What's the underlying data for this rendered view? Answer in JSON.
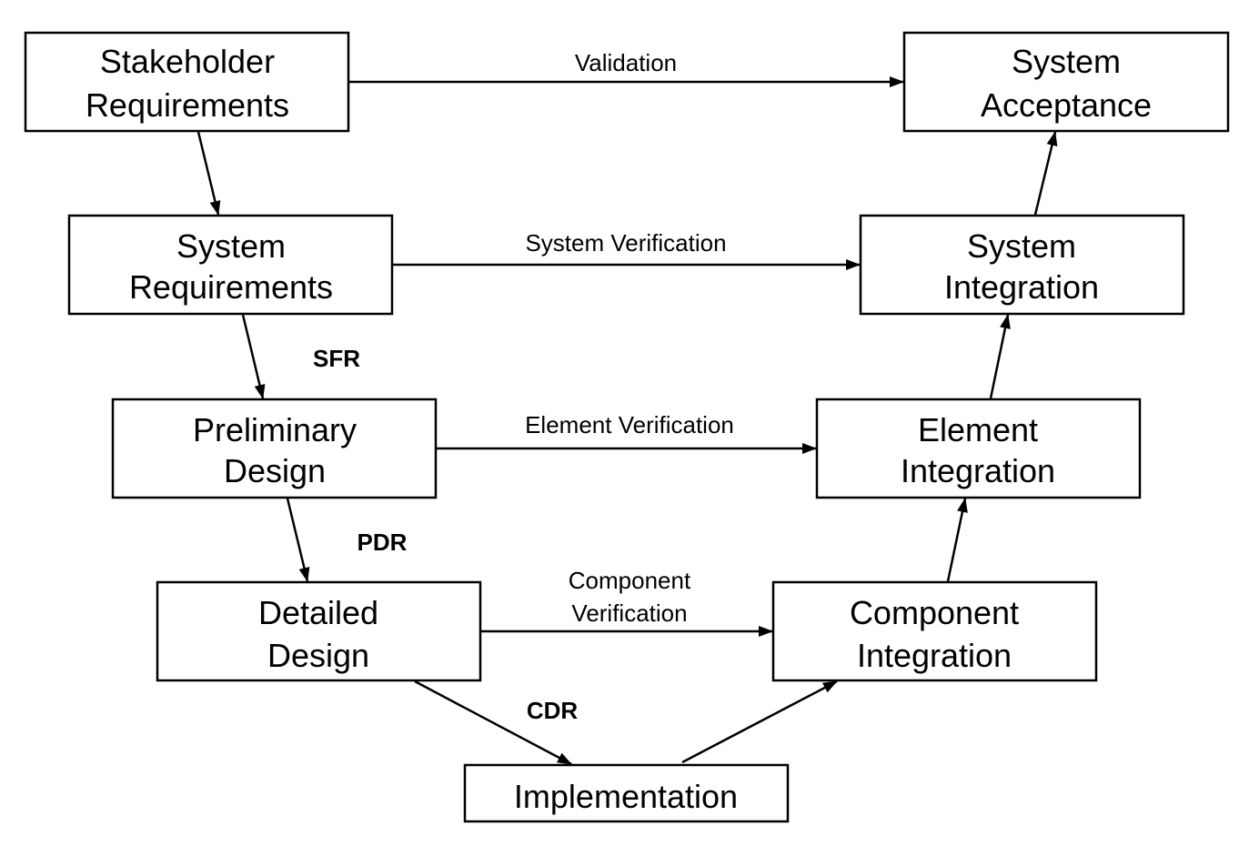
{
  "boxes": {
    "stakeholder_requirements": [
      "Stakeholder",
      "Requirements"
    ],
    "system_acceptance": [
      "System",
      "Acceptance"
    ],
    "system_requirements": [
      "System",
      "Requirements"
    ],
    "system_integration": [
      "System",
      "Integration"
    ],
    "preliminary_design": [
      "Preliminary",
      "Design"
    ],
    "element_integration": [
      "Element",
      "Integration"
    ],
    "detailed_design": [
      "Detailed",
      "Design"
    ],
    "component_integration": [
      "Component",
      "Integration"
    ],
    "implementation": [
      "Implementation"
    ]
  },
  "links": {
    "validation": "Validation",
    "system_verification": "System Verification",
    "element_verification": "Element Verification",
    "component_verification": [
      "Component",
      "Verification"
    ]
  },
  "reviews": {
    "sfr": "SFR",
    "pdr": "PDR",
    "cdr": "CDR"
  }
}
